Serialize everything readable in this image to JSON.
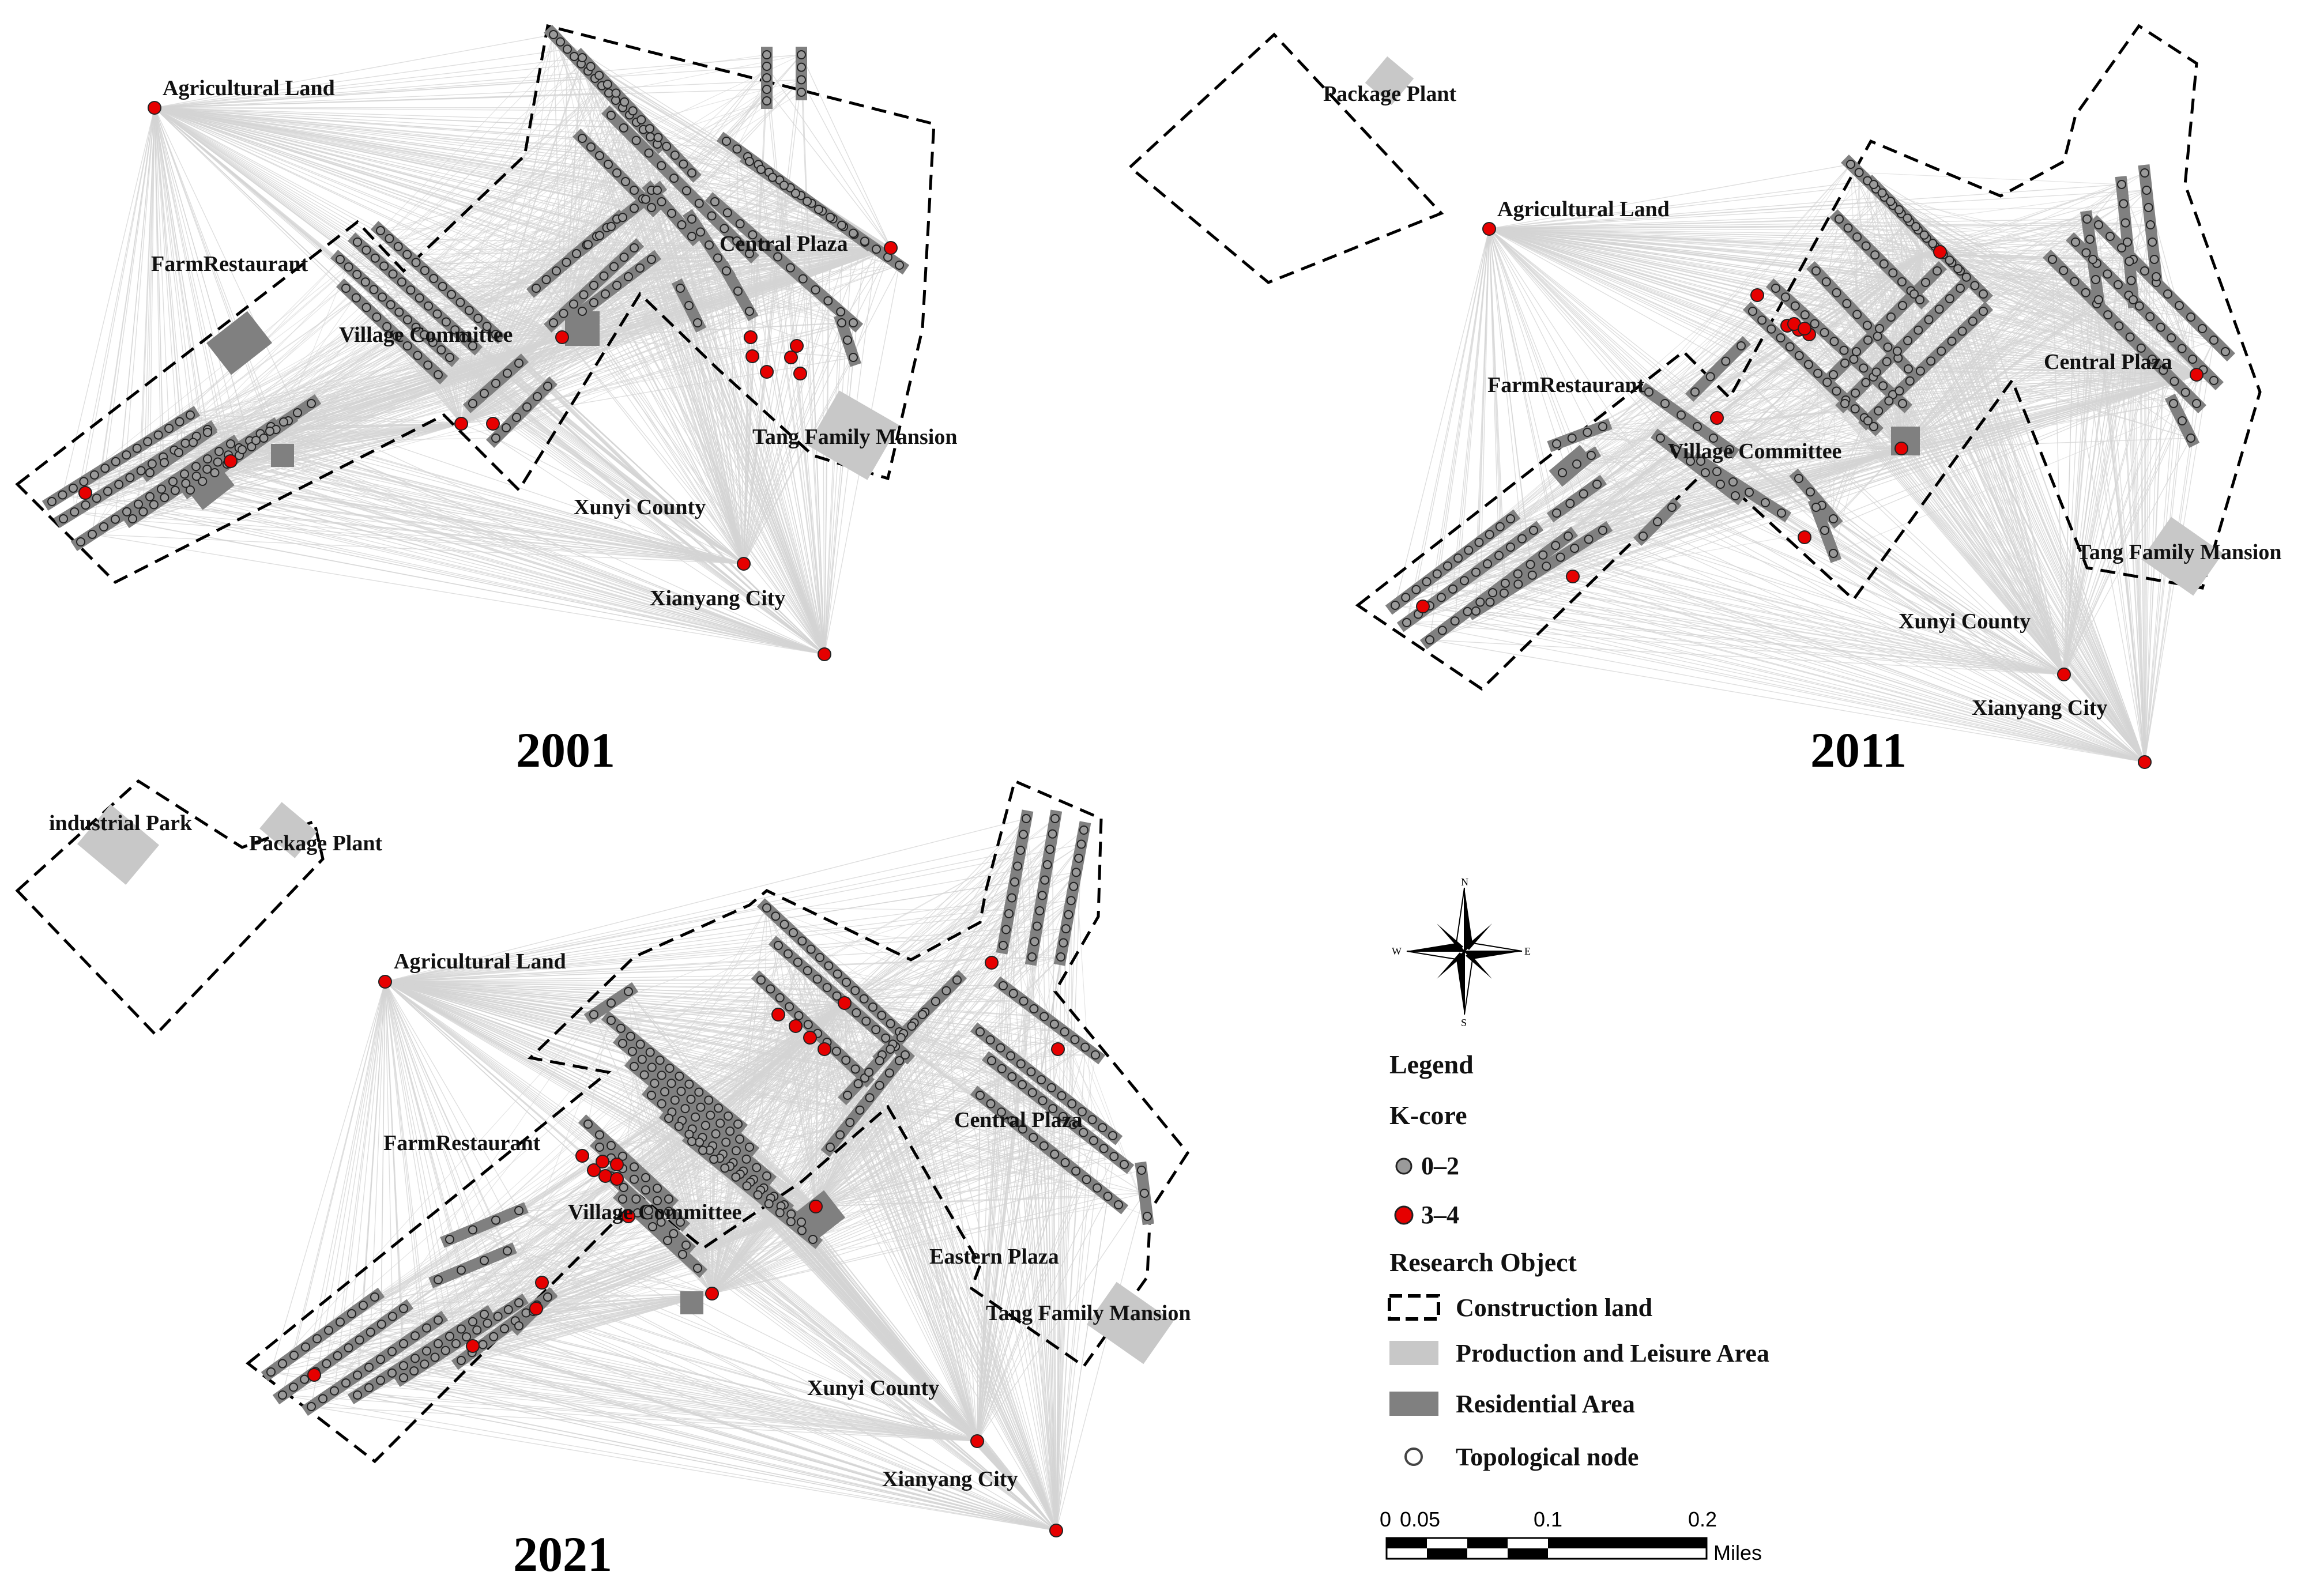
{
  "colors": {
    "construction_outline": "#000000",
    "production_leisure": "#c8c8c8",
    "residential": "#808080",
    "link_line": "#d4d4d4",
    "kcore_low": "#9a9a9a",
    "kcore_high": "#e60000",
    "node_ring": "#222222"
  },
  "panels": [
    {
      "year": "2001",
      "places": [
        "Agricultural Land",
        "FarmRestaurant",
        "Village Committee",
        "Central Plaza",
        "Tang Family Mansion",
        "Xunyi County",
        "Xianyang City"
      ]
    },
    {
      "year": "2011",
      "places": [
        "Package Plant",
        "Agricultural Land",
        "FarmRestaurant",
        "Village Committee",
        "Central Plaza",
        "Tang Family Mansion",
        "Xunyi County",
        "Xianyang City"
      ]
    },
    {
      "year": "2021",
      "places": [
        "industrial Park",
        "Package Plant",
        "Agricultural Land",
        "FarmRestaurant",
        "Village Committee",
        "Central Plaza",
        "Eastern Plaza",
        "Tang Family Mansion",
        "Xunyi County",
        "Xianyang City"
      ]
    }
  ],
  "compass": {
    "n": "N",
    "s": "S",
    "e": "E",
    "w": "W"
  },
  "legend": {
    "title": "Legend",
    "kcore_title": "K-core",
    "kcore_items": [
      {
        "label": "0–2",
        "icon": "grey-node-icon"
      },
      {
        "label": "3–4",
        "icon": "red-node-icon"
      }
    ],
    "research_title": "Research Object",
    "research_items": [
      {
        "label": "Construction land",
        "icon": "dashed-box-icon"
      },
      {
        "label": "Production and Leisure Area",
        "icon": "light-grey-patch-icon"
      },
      {
        "label": "Residential Area",
        "icon": "dark-grey-patch-icon"
      },
      {
        "label": "Topological node",
        "icon": "hollow-node-icon"
      }
    ]
  },
  "scale_bar": {
    "ticks": [
      "0",
      "0.05",
      "0.1",
      "0.2"
    ],
    "unit": "Miles"
  }
}
